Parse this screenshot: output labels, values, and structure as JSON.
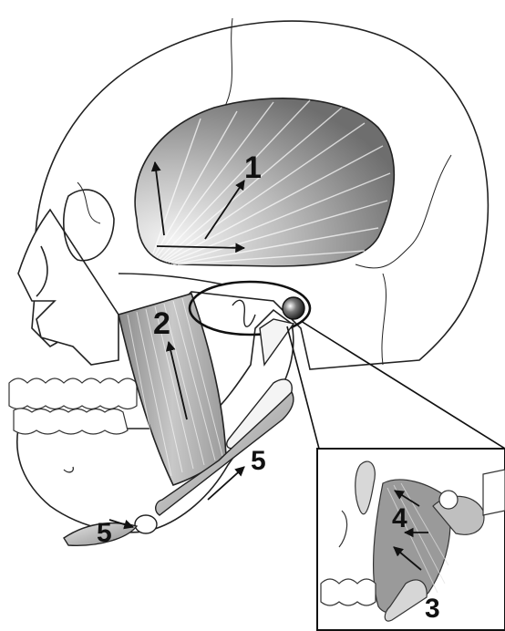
{
  "figure": {
    "labels": {
      "temporalis": "1",
      "masseter": "2",
      "medial_pterygoid": "3",
      "lateral_pterygoid": "4",
      "digastric_posterior": "5",
      "digastric_anterior": "5"
    },
    "colors": {
      "outline": "#222222",
      "muscle_dark": "#6e6e6e",
      "muscle_light": "#d6d6d6",
      "bone": "#ffffff",
      "joint_highlight": "#1a1a1a"
    }
  }
}
